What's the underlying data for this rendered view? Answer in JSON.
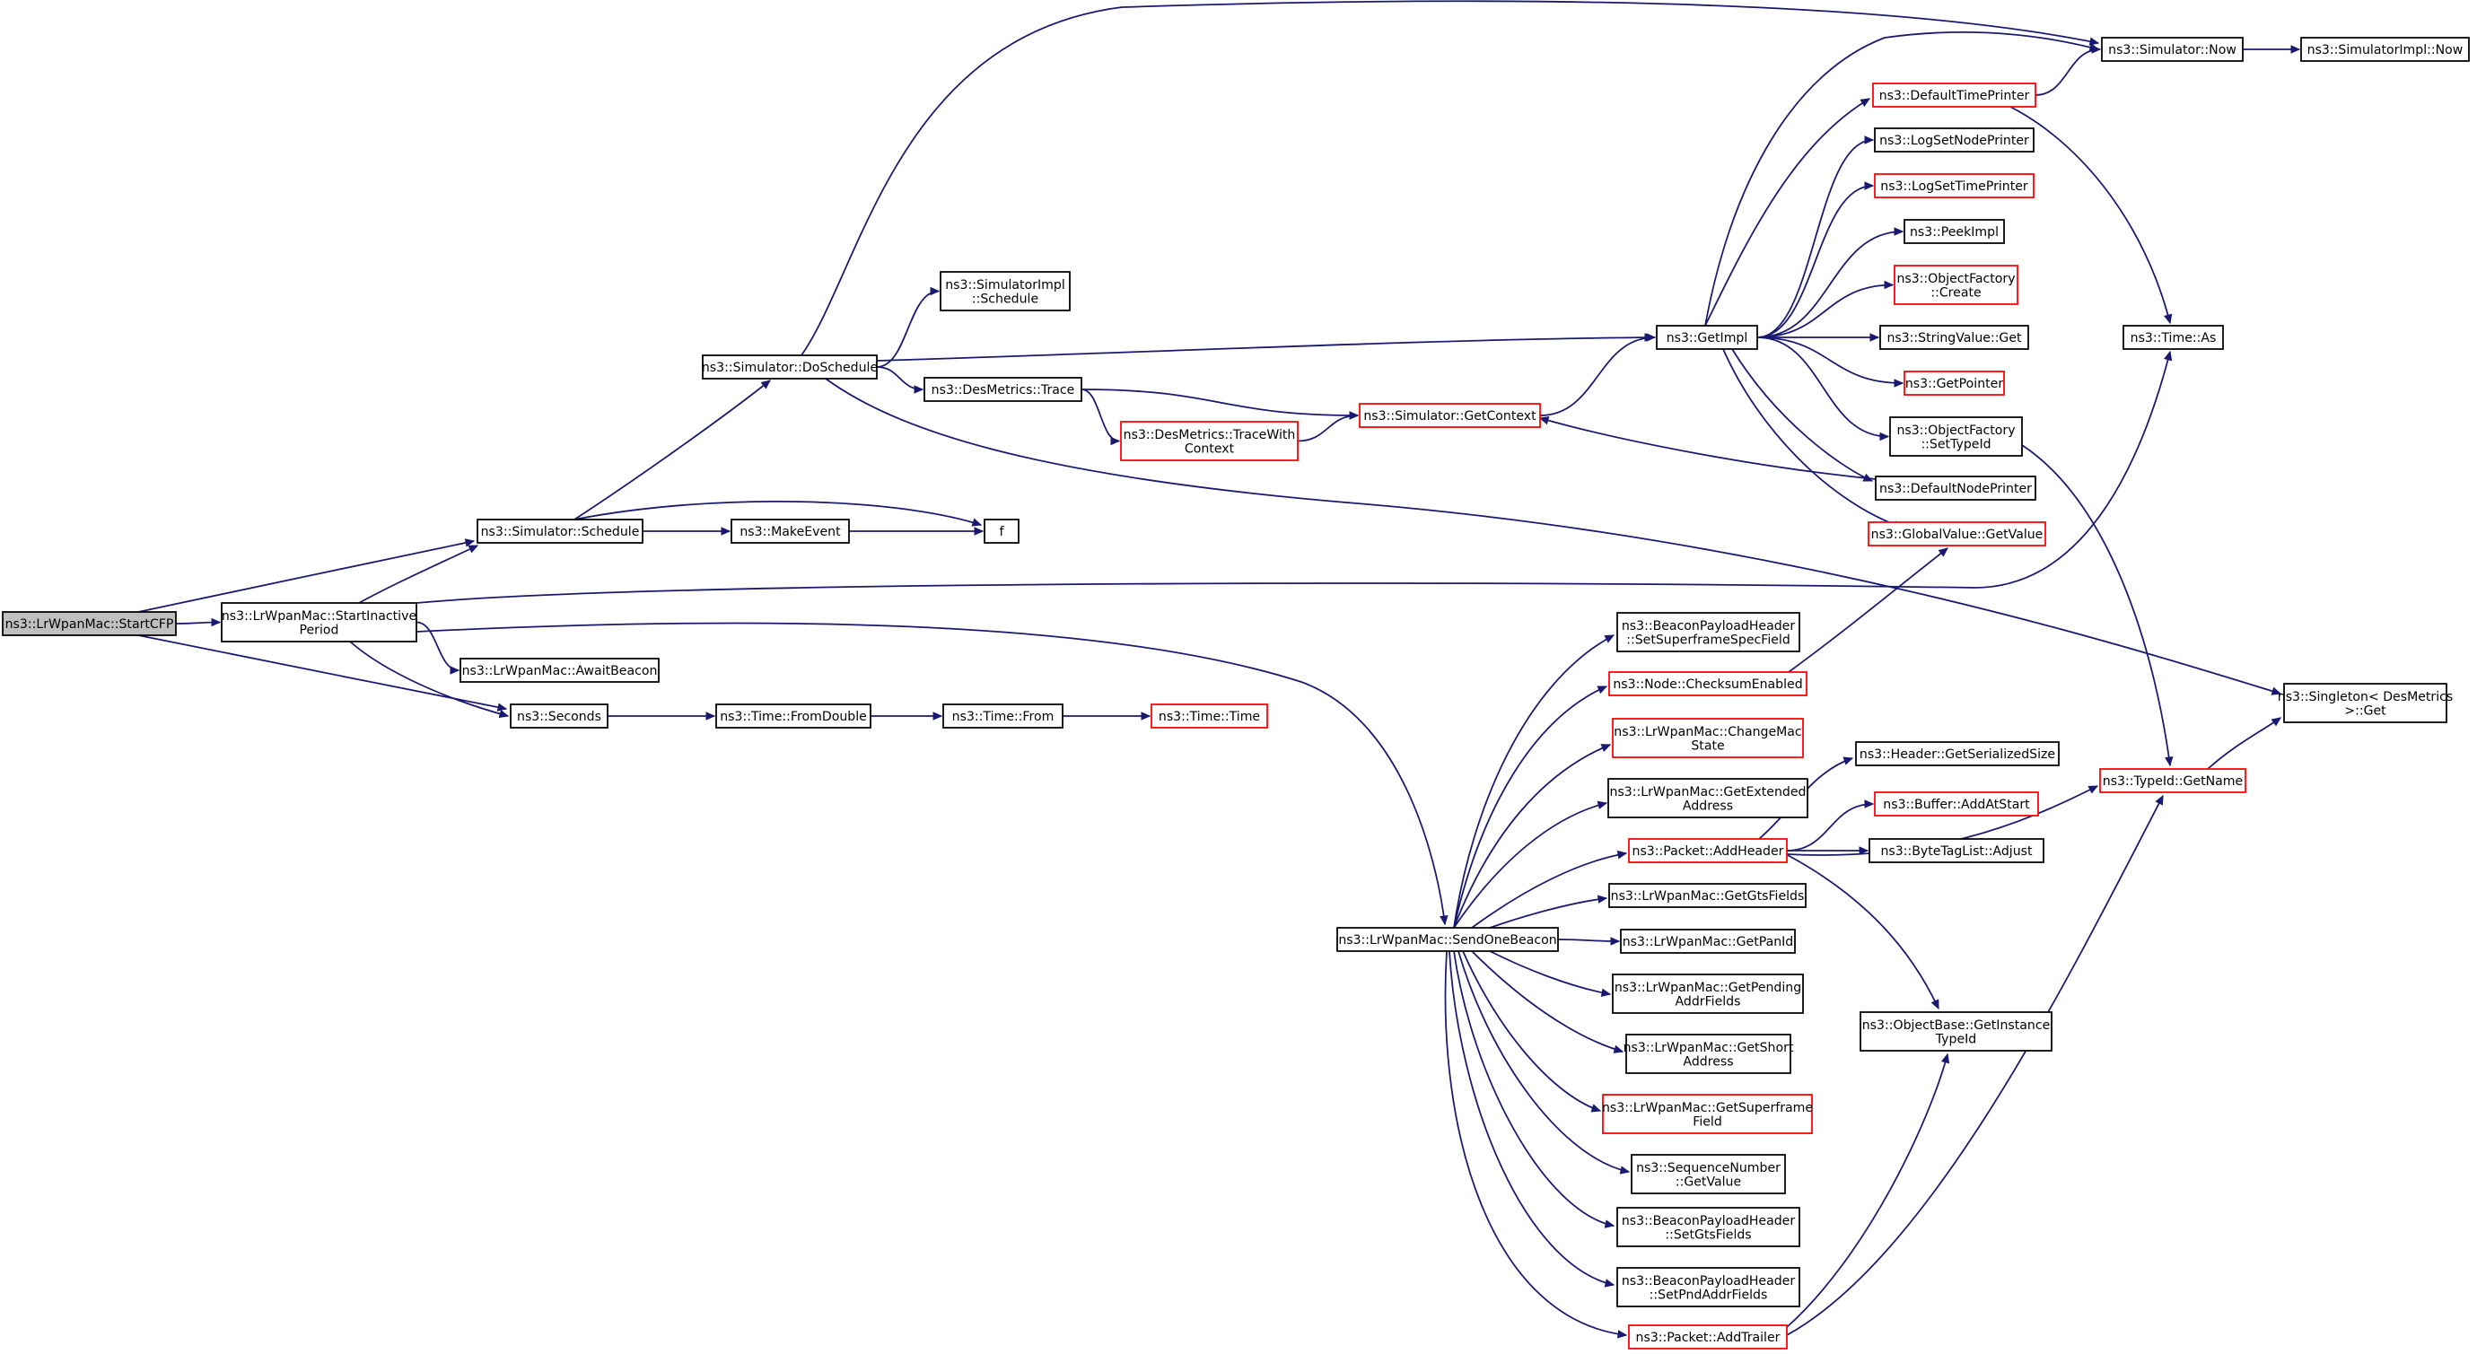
{
  "graph": {
    "colors": {
      "edge": "#191970",
      "border_default": "#000000",
      "border_truncated": "#ff0000",
      "root_fill": "#bfbfbf",
      "fill": "#ffffff"
    },
    "nodes": [
      {
        "id": "startcfp",
        "lines": [
          "ns3::LrWpanMac::StartCFP"
        ],
        "style": "root"
      },
      {
        "id": "startinactive",
        "lines": [
          "ns3::LrWpanMac::StartInactive",
          "Period"
        ],
        "style": "black"
      },
      {
        "id": "schedule",
        "lines": [
          "ns3::Simulator::Schedule"
        ],
        "style": "black"
      },
      {
        "id": "awaitbeacon",
        "lines": [
          "ns3::LrWpanMac::AwaitBeacon"
        ],
        "style": "black"
      },
      {
        "id": "seconds",
        "lines": [
          "ns3::Seconds"
        ],
        "style": "black"
      },
      {
        "id": "doschedule",
        "lines": [
          "ns3::Simulator::DoSchedule"
        ],
        "style": "black"
      },
      {
        "id": "makeevent",
        "lines": [
          "ns3::MakeEvent"
        ],
        "style": "black"
      },
      {
        "id": "f",
        "lines": [
          "f"
        ],
        "style": "black"
      },
      {
        "id": "fromdouble",
        "lines": [
          "ns3::Time::FromDouble"
        ],
        "style": "black"
      },
      {
        "id": "timefrom",
        "lines": [
          "ns3::Time::From"
        ],
        "style": "black"
      },
      {
        "id": "timetime",
        "lines": [
          "ns3::Time::Time"
        ],
        "style": "red"
      },
      {
        "id": "simimplschedule",
        "lines": [
          "ns3::SimulatorImpl",
          "::Schedule"
        ],
        "style": "black"
      },
      {
        "id": "desmetricstrace",
        "lines": [
          "ns3::DesMetrics::Trace"
        ],
        "style": "black"
      },
      {
        "id": "tracewithcontext",
        "lines": [
          "ns3::DesMetrics::TraceWith",
          "Context"
        ],
        "style": "red"
      },
      {
        "id": "getcontext",
        "lines": [
          "ns3::Simulator::GetContext"
        ],
        "style": "red"
      },
      {
        "id": "getimpl",
        "lines": [
          "ns3::GetImpl"
        ],
        "style": "black"
      },
      {
        "id": "simnow",
        "lines": [
          "ns3::Simulator::Now"
        ],
        "style": "black"
      },
      {
        "id": "simimplnow",
        "lines": [
          "ns3::SimulatorImpl::Now"
        ],
        "style": "black"
      },
      {
        "id": "defaulttimeprinter",
        "lines": [
          "ns3::DefaultTimePrinter"
        ],
        "style": "red"
      },
      {
        "id": "logsetnodeprinter",
        "lines": [
          "ns3::LogSetNodePrinter"
        ],
        "style": "black"
      },
      {
        "id": "logsettimeprinter",
        "lines": [
          "ns3::LogSetTimePrinter"
        ],
        "style": "red"
      },
      {
        "id": "peekimpl",
        "lines": [
          "ns3::PeekImpl"
        ],
        "style": "black"
      },
      {
        "id": "objfactorycreate",
        "lines": [
          "ns3::ObjectFactory",
          "::Create"
        ],
        "style": "red"
      },
      {
        "id": "stringvalueget",
        "lines": [
          "ns3::StringValue::Get"
        ],
        "style": "black"
      },
      {
        "id": "getpointer",
        "lines": [
          "ns3::GetPointer"
        ],
        "style": "red"
      },
      {
        "id": "objfactorysettypeid",
        "lines": [
          "ns3::ObjectFactory",
          "::SetTypeId"
        ],
        "style": "black"
      },
      {
        "id": "defaultnodeprinter",
        "lines": [
          "ns3::DefaultNodePrinter"
        ],
        "style": "black"
      },
      {
        "id": "globalvaluegetvalue",
        "lines": [
          "ns3::GlobalValue::GetValue"
        ],
        "style": "red"
      },
      {
        "id": "timeas",
        "lines": [
          "ns3::Time::As"
        ],
        "style": "black"
      },
      {
        "id": "singletonget",
        "lines": [
          "ns3::Singleton< DesMetrics",
          ">::Get"
        ],
        "style": "black"
      },
      {
        "id": "typeidgetname",
        "lines": [
          "ns3::TypeId::GetName"
        ],
        "style": "red"
      },
      {
        "id": "sendonebeacon",
        "lines": [
          "ns3::LrWpanMac::SendOneBeacon"
        ],
        "style": "black"
      },
      {
        "id": "setsuperframespec",
        "lines": [
          "ns3::BeaconPayloadHeader",
          "::SetSuperframeSpecField"
        ],
        "style": "black"
      },
      {
        "id": "checksumenabled",
        "lines": [
          "ns3::Node::ChecksumEnabled"
        ],
        "style": "red"
      },
      {
        "id": "changemacstate",
        "lines": [
          "ns3::LrWpanMac::ChangeMac",
          "State"
        ],
        "style": "red"
      },
      {
        "id": "getextendedaddress",
        "lines": [
          "ns3::LrWpanMac::GetExtended",
          "Address"
        ],
        "style": "black"
      },
      {
        "id": "packetaddheader",
        "lines": [
          "ns3::Packet::AddHeader"
        ],
        "style": "red"
      },
      {
        "id": "getgtsfields",
        "lines": [
          "ns3::LrWpanMac::GetGtsFields"
        ],
        "style": "black"
      },
      {
        "id": "getpanid",
        "lines": [
          "ns3::LrWpanMac::GetPanId"
        ],
        "style": "black"
      },
      {
        "id": "getpendingaddr",
        "lines": [
          "ns3::LrWpanMac::GetPending",
          "AddrFields"
        ],
        "style": "black"
      },
      {
        "id": "getshortaddress",
        "lines": [
          "ns3::LrWpanMac::GetShort",
          "Address"
        ],
        "style": "black"
      },
      {
        "id": "getsuperframefield",
        "lines": [
          "ns3::LrWpanMac::GetSuperframe",
          "Field"
        ],
        "style": "red"
      },
      {
        "id": "seqnumgetvalue",
        "lines": [
          "ns3::SequenceNumber",
          "::GetValue"
        ],
        "style": "black"
      },
      {
        "id": "setgtsfields",
        "lines": [
          "ns3::BeaconPayloadHeader",
          "::SetGtsFields"
        ],
        "style": "black"
      },
      {
        "id": "setpndaddrfields",
        "lines": [
          "ns3::BeaconPayloadHeader",
          "::SetPndAddrFields"
        ],
        "style": "black"
      },
      {
        "id": "packetaddtrailer",
        "lines": [
          "ns3::Packet::AddTrailer"
        ],
        "style": "red"
      },
      {
        "id": "headergetserialized",
        "lines": [
          "ns3::Header::GetSerializedSize"
        ],
        "style": "black"
      },
      {
        "id": "bufferaddatstart",
        "lines": [
          "ns3::Buffer::AddAtStart"
        ],
        "style": "red"
      },
      {
        "id": "bytetaglistadjust",
        "lines": [
          "ns3::ByteTagList::Adjust"
        ],
        "style": "black"
      },
      {
        "id": "objbasegetinstance",
        "lines": [
          "ns3::ObjectBase::GetInstance",
          "TypeId"
        ],
        "style": "black"
      }
    ],
    "edges": [
      [
        "startcfp",
        "startinactive"
      ],
      [
        "startcfp",
        "schedule"
      ],
      [
        "startcfp",
        "seconds"
      ],
      [
        "startinactive",
        "schedule"
      ],
      [
        "startinactive",
        "awaitbeacon"
      ],
      [
        "startinactive",
        "seconds"
      ],
      [
        "startinactive",
        "timeas"
      ],
      [
        "startinactive",
        "sendonebeacon"
      ],
      [
        "schedule",
        "doschedule"
      ],
      [
        "schedule",
        "makeevent"
      ],
      [
        "schedule",
        "f"
      ],
      [
        "makeevent",
        "f"
      ],
      [
        "seconds",
        "fromdouble"
      ],
      [
        "fromdouble",
        "timefrom"
      ],
      [
        "timefrom",
        "timetime"
      ],
      [
        "doschedule",
        "simimplschedule"
      ],
      [
        "doschedule",
        "desmetricstrace"
      ],
      [
        "doschedule",
        "getimpl"
      ],
      [
        "doschedule",
        "simnow"
      ],
      [
        "doschedule",
        "singletonget"
      ],
      [
        "desmetricstrace",
        "tracewithcontext"
      ],
      [
        "desmetricstrace",
        "getcontext"
      ],
      [
        "tracewithcontext",
        "getcontext"
      ],
      [
        "getcontext",
        "getimpl"
      ],
      [
        "getimpl",
        "simnow"
      ],
      [
        "getimpl",
        "defaulttimeprinter"
      ],
      [
        "getimpl",
        "logsetnodeprinter"
      ],
      [
        "getimpl",
        "logsettimeprinter"
      ],
      [
        "getimpl",
        "peekimpl"
      ],
      [
        "getimpl",
        "objfactorycreate"
      ],
      [
        "getimpl",
        "stringvalueget"
      ],
      [
        "getimpl",
        "getpointer"
      ],
      [
        "getimpl",
        "objfactorysettypeid"
      ],
      [
        "getimpl",
        "defaultnodeprinter"
      ],
      [
        "getimpl",
        "globalvaluegetvalue"
      ],
      [
        "simnow",
        "simimplnow"
      ],
      [
        "defaulttimeprinter",
        "simnow"
      ],
      [
        "defaulttimeprinter",
        "timeas"
      ],
      [
        "defaultnodeprinter",
        "getcontext"
      ],
      [
        "objfactorysettypeid",
        "typeidgetname"
      ],
      [
        "typeidgetname",
        "singletonget"
      ],
      [
        "sendonebeacon",
        "setsuperframespec"
      ],
      [
        "sendonebeacon",
        "checksumenabled"
      ],
      [
        "sendonebeacon",
        "changemacstate"
      ],
      [
        "sendonebeacon",
        "getextendedaddress"
      ],
      [
        "sendonebeacon",
        "packetaddheader"
      ],
      [
        "sendonebeacon",
        "getgtsfields"
      ],
      [
        "sendonebeacon",
        "getpanid"
      ],
      [
        "sendonebeacon",
        "getpendingaddr"
      ],
      [
        "sendonebeacon",
        "getshortaddress"
      ],
      [
        "sendonebeacon",
        "getsuperframefield"
      ],
      [
        "sendonebeacon",
        "seqnumgetvalue"
      ],
      [
        "sendonebeacon",
        "setgtsfields"
      ],
      [
        "sendonebeacon",
        "setpndaddrfields"
      ],
      [
        "sendonebeacon",
        "packetaddtrailer"
      ],
      [
        "checksumenabled",
        "globalvaluegetvalue"
      ],
      [
        "packetaddheader",
        "headergetserialized"
      ],
      [
        "packetaddheader",
        "bufferaddatstart"
      ],
      [
        "packetaddheader",
        "bytetaglistadjust"
      ],
      [
        "packetaddheader",
        "typeidgetname"
      ],
      [
        "packetaddheader",
        "objbasegetinstance"
      ],
      [
        "packetaddtrailer",
        "objbasegetinstance"
      ],
      [
        "packetaddtrailer",
        "typeidgetname"
      ]
    ]
  }
}
